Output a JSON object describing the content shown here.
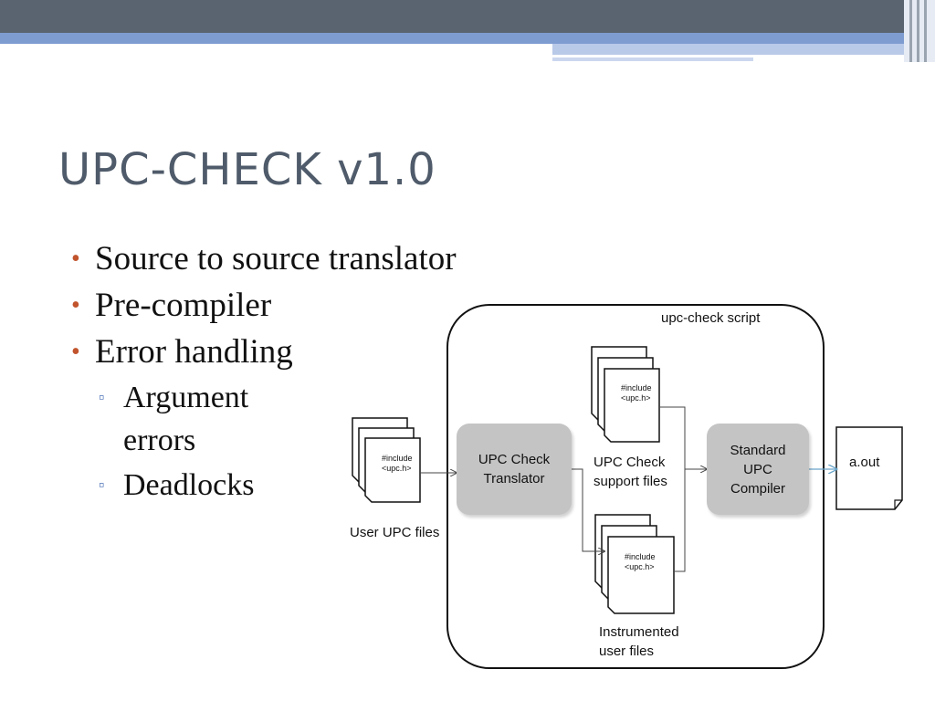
{
  "slide": {
    "title": "UPC-CHECK v1.0",
    "bullets": [
      "Source to source translator",
      "Pre-compiler",
      "Error handling"
    ],
    "sub_bullets": [
      [
        "Argument",
        "errors"
      ],
      [
        "Deadlocks"
      ]
    ]
  },
  "diagram": {
    "container_label": "upc-check script",
    "user_files_label": "User UPC files",
    "translator_label": [
      "UPC Check",
      "Translator"
    ],
    "support_files_label": [
      "UPC Check",
      "support files"
    ],
    "compiler_label": [
      "Standard",
      "UPC",
      "Compiler"
    ],
    "instrumented_label": [
      "Instrumented",
      "user files"
    ],
    "output_label": "a.out",
    "doc_text": [
      "#include",
      "<upc.h>"
    ]
  }
}
